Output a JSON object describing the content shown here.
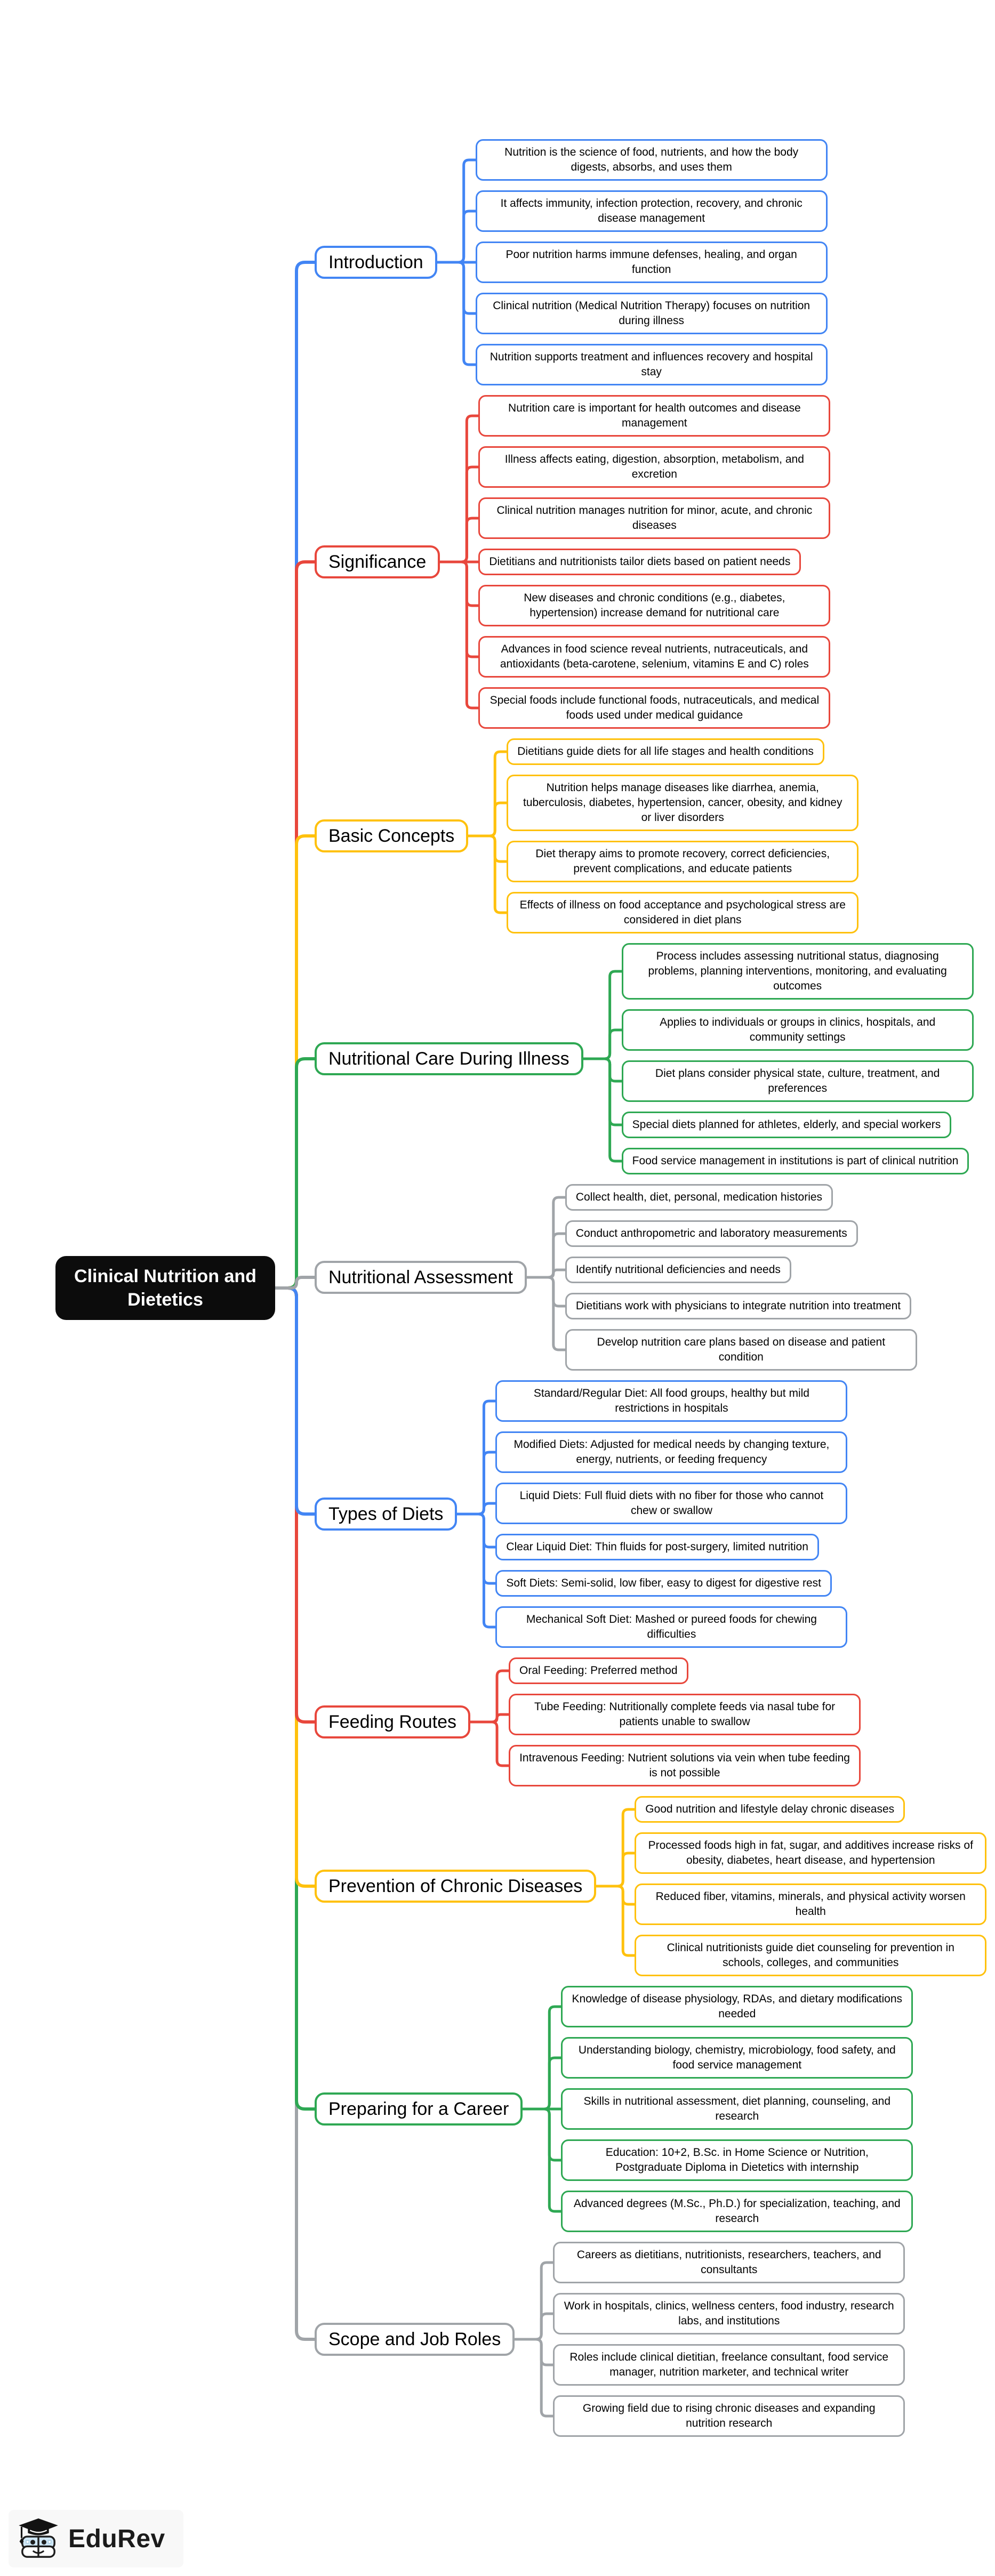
{
  "root": {
    "title": "Clinical Nutrition and Dietetics",
    "bg_color": "#0c0c0c",
    "text_color": "#ffffff"
  },
  "palette": {
    "blue": "#4285F4",
    "red": "#E8473C",
    "yellow": "#FFC10D",
    "green": "#2EA853",
    "gray": "#A0A4A8"
  },
  "branches": [
    {
      "label": "Introduction",
      "color": "#4285F4",
      "leaves": [
        "Nutrition is the science of food, nutrients, and how the body digests, absorbs, and uses them",
        "It affects immunity, infection protection, recovery, and chronic disease management",
        "Poor nutrition harms immune defenses, healing, and organ function",
        "Clinical nutrition (Medical Nutrition Therapy) focuses on nutrition during illness",
        "Nutrition supports treatment and influences recovery and hospital stay"
      ]
    },
    {
      "label": "Significance",
      "color": "#E8473C",
      "leaves": [
        "Nutrition care is important for health outcomes and disease management",
        "Illness affects eating, digestion, absorption, metabolism, and excretion",
        "Clinical nutrition manages nutrition for minor, acute, and chronic diseases",
        "Dietitians and nutritionists tailor diets based on patient needs",
        "New diseases and chronic conditions (e.g., diabetes, hypertension) increase demand for nutritional care",
        "Advances in food science reveal nutrients, nutraceuticals, and antioxidants (beta-carotene, selenium, vitamins E and C) roles",
        "Special foods include functional foods, nutraceuticals, and medical foods used under medical guidance"
      ]
    },
    {
      "label": "Basic Concepts",
      "color": "#FFC10D",
      "leaves": [
        "Dietitians guide diets for all life stages and health conditions",
        "Nutrition helps manage diseases like diarrhea, anemia, tuberculosis, diabetes, hypertension, cancer, obesity, and kidney or liver disorders",
        "Diet therapy aims to promote recovery, correct deficiencies, prevent complications, and educate patients",
        "Effects of illness on food acceptance and psychological stress are considered in diet plans"
      ]
    },
    {
      "label": "Nutritional Care During Illness",
      "color": "#2EA853",
      "leaves": [
        "Process includes assessing nutritional status, diagnosing problems, planning interventions, monitoring, and evaluating outcomes",
        "Applies to individuals or groups in clinics, hospitals, and community settings",
        "Diet plans consider physical state, culture, treatment, and preferences",
        "Special diets planned for athletes, elderly, and special workers",
        "Food service management in institutions is part of clinical nutrition"
      ]
    },
    {
      "label": "Nutritional Assessment",
      "color": "#A0A4A8",
      "leaves": [
        "Collect health, diet, personal, medication histories",
        "Conduct anthropometric and laboratory measurements",
        "Identify nutritional deficiencies and needs",
        "Dietitians work with physicians to integrate nutrition into treatment",
        "Develop nutrition care plans based on disease and patient condition"
      ]
    },
    {
      "label": "Types of Diets",
      "color": "#4285F4",
      "leaves": [
        "Standard/Regular Diet: All food groups, healthy but mild restrictions in hospitals",
        "Modified Diets: Adjusted for medical needs by changing texture, energy, nutrients, or feeding frequency",
        "Liquid Diets: Full fluid diets with no fiber for those who cannot chew or swallow",
        "Clear Liquid Diet: Thin fluids for post-surgery, limited nutrition",
        "Soft Diets: Semi-solid, low fiber, easy to digest for digestive rest",
        "Mechanical Soft Diet: Mashed or pureed foods for chewing difficulties"
      ]
    },
    {
      "label": "Feeding Routes",
      "color": "#E8473C",
      "leaves": [
        "Oral Feeding: Preferred method",
        "Tube Feeding: Nutritionally complete feeds via nasal tube for patients unable to swallow",
        "Intravenous Feeding: Nutrient solutions via vein when tube feeding is not possible"
      ]
    },
    {
      "label": "Prevention of Chronic Diseases",
      "color": "#FFC10D",
      "leaves": [
        "Good nutrition and lifestyle delay chronic diseases",
        "Processed foods high in fat, sugar, and additives increase risks of obesity, diabetes, heart disease, and hypertension",
        "Reduced fiber, vitamins, minerals, and physical activity worsen health",
        "Clinical nutritionists guide diet counseling for prevention in schools, colleges, and communities"
      ]
    },
    {
      "label": "Preparing for a Career",
      "color": "#2EA853",
      "leaves": [
        "Knowledge of disease physiology, RDAs, and dietary modifications needed",
        "Understanding biology, chemistry, microbiology, food safety, and food service management",
        "Skills in nutritional assessment, diet planning, counseling, and research",
        "Education: 10+2, B.Sc. in Home Science or Nutrition, Postgraduate Diploma in Dietetics with internship",
        "Advanced degrees (M.Sc., Ph.D.) for specialization, teaching, and research"
      ]
    },
    {
      "label": "Scope and Job Roles",
      "color": "#A0A4A8",
      "leaves": [
        "Careers as dietitians, nutritionists, researchers, teachers, and consultants",
        "Work in hospitals, clinics, wellness centers, food industry, research labs, and institutions",
        "Roles include clinical dietitian, freelance consultant, food service manager, nutrition marketer, and technical writer",
        "Growing field due to rising chronic diseases and expanding nutrition research"
      ]
    }
  ],
  "logo": {
    "text": "EduRev"
  }
}
